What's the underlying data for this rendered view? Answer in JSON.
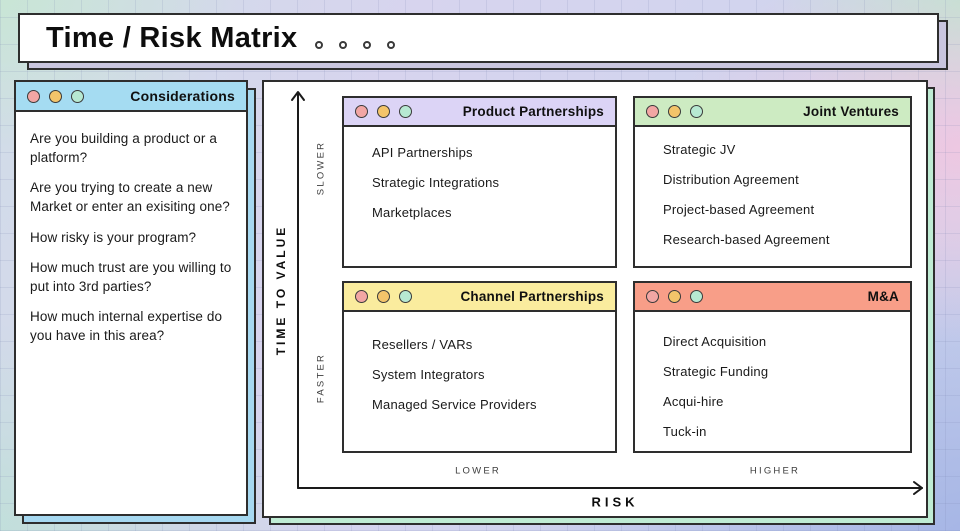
{
  "theme": {
    "colors": {
      "border": "#2e2e2e",
      "title-shadow": "#c9c5de",
      "sidebar-shadow": "#a6d8f0",
      "main-shadow": "#bfecd4",
      "sidebar-header": "#a5dcf2",
      "dot-pink": "#f2a6a4",
      "dot-orange": "#f3c46a",
      "dot-mint": "#b7e9d2"
    }
  },
  "title": {
    "text": "Time / Risk Matrix",
    "trailing_dots": 4
  },
  "sidebar": {
    "header": "Considerations",
    "questions": [
      "Are you building a product or a platform?",
      "Are you trying to create a new Market or enter an exisiting one?",
      "How risky is your program?",
      "How much trust are you willing to put into 3rd parties?",
      "How much internal expertise do you have in this area?"
    ]
  },
  "matrix": {
    "y_axis": {
      "label": "TIME TO VALUE",
      "top_tick": "SLOWER",
      "bottom_tick": "FASTER"
    },
    "x_axis": {
      "label": "RISK",
      "left_tick": "LOWER",
      "right_tick": "HIGHER"
    },
    "quadrants": [
      {
        "title": "Product Partnerships",
        "color": "#dcd4f6",
        "items": [
          "API Partnerships",
          "Strategic Integrations",
          "Marketplaces"
        ]
      },
      {
        "title": "Joint Ventures",
        "color": "#cdebc2",
        "items": [
          "Strategic JV",
          "Distribution Agreement",
          "Project-based Agreement",
          "Research-based Agreement"
        ]
      },
      {
        "title": "Channel Partnerships",
        "color": "#faec9e",
        "items": [
          "Resellers / VARs",
          "System Integrators",
          "Managed Service Providers"
        ]
      },
      {
        "title": "M&A",
        "color": "#f89e88",
        "items": [
          "Direct Acquisition",
          "Strategic Funding",
          "Acqui-hire",
          "Tuck-in"
        ]
      }
    ]
  }
}
